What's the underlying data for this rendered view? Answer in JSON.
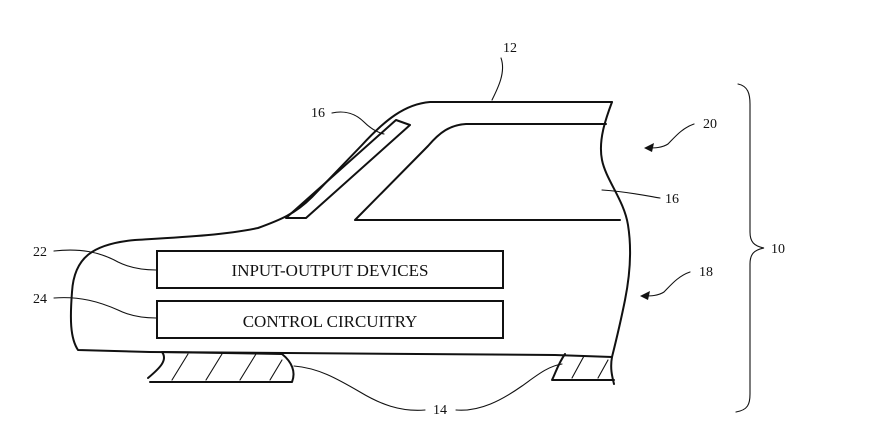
{
  "boxes": {
    "io_devices": "INPUT-OUTPUT DEVICES",
    "control_circuitry": "CONTROL CIRCUITRY"
  },
  "refs": {
    "vehicle": "10",
    "body": "12",
    "wheels": "14",
    "window_front": "16",
    "window_side": "16",
    "interior_upper": "20",
    "interior_lower": "18",
    "io_devices": "22",
    "control_circuitry": "24"
  }
}
